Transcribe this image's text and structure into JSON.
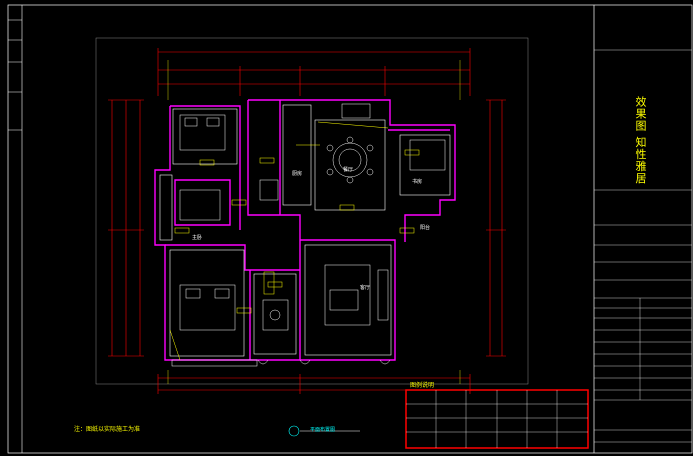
{
  "title_block": {
    "vertical_title": "效果图 知性雅居",
    "rows": [
      "",
      "",
      "",
      "",
      "",
      "",
      "",
      "",
      "",
      "",
      "",
      "",
      "",
      "",
      "",
      "",
      "",
      "",
      "",
      "",
      ""
    ]
  },
  "legend": {
    "title": "图例说明",
    "cells": [
      "",
      "",
      "",
      "",
      "",
      "",
      "",
      "",
      "",
      "",
      "",
      "",
      "",
      "",
      "",
      "",
      "",
      ""
    ]
  },
  "notes": {
    "bottom_left": "注：图纸以实际施工为准",
    "scale_label": "平面布置图"
  },
  "rooms": {
    "bedroom1": "",
    "bedroom2": "",
    "master": "主卧",
    "dining": "餐厅",
    "living": "客厅",
    "kitchen": "厨房",
    "bath": "",
    "study": "书房",
    "balcony": "阳台"
  },
  "colors": {
    "wall": "#ff00ff",
    "dimension": "#ff0000",
    "furniture": "#ffffff",
    "annotation": "#ffff00",
    "frame": "#ffffff",
    "legend_border": "#ff0000"
  }
}
